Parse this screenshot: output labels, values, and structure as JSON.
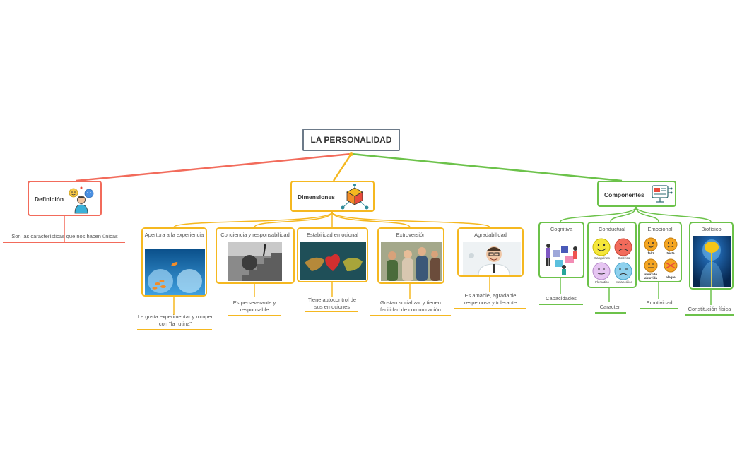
{
  "root": {
    "label": "LA PERSONALIDAD"
  },
  "colors": {
    "red": "#f26b5b",
    "orange": "#f5b820",
    "green": "#6cc24a",
    "root_border": "#6c7a89"
  },
  "definicion": {
    "label": "Definición",
    "icon": "person-thinking-icon",
    "note": "Son las características que nos hacen únicas"
  },
  "dimensiones": {
    "label": "Dimensiones",
    "icon": "cube-network-icon",
    "items": [
      {
        "title": "Apertura a la experiencia",
        "image": "goldfish-jumping-bowl-photo",
        "note": "Le gusta experimentar y romper con \"la rutina\""
      },
      {
        "title": "Conciencia y responsabilidad",
        "image": "man-pushing-boulder-stairs-photo",
        "note": "Es perseverante y responsable"
      },
      {
        "title": "Estabilidad emocional",
        "image": "heart-puzzle-pieces-photo",
        "note": "Tiene autocontrol de sus emociones"
      },
      {
        "title": "Extroversión",
        "image": "friends-talking-photo",
        "note": "Gustan socializar y tienen facilidad de comunicación"
      },
      {
        "title": "Agradabilidad",
        "image": "smiling-businessman-photo",
        "note": "Es amable, agradable respetuosa y tolerante"
      }
    ]
  },
  "componentes": {
    "label": "Componentes",
    "icon": "dashboard-monitor-icon",
    "items": [
      {
        "title": "Cognitiva",
        "image": "people-puzzle-illustration",
        "note": "Capacidades"
      },
      {
        "title": "Conductual",
        "faces": [
          "Sanguíneo",
          "Colérico",
          "Flemático",
          "Melancólico"
        ],
        "note": "Caracter"
      },
      {
        "title": "Emocional",
        "faces": [
          "feliz",
          "triste",
          "aburrido aburrida",
          "alegre"
        ],
        "note": "Emotividad"
      },
      {
        "title": "Biofísico",
        "image": "human-body-brain-illustration",
        "note": "Constitución física"
      }
    ]
  }
}
